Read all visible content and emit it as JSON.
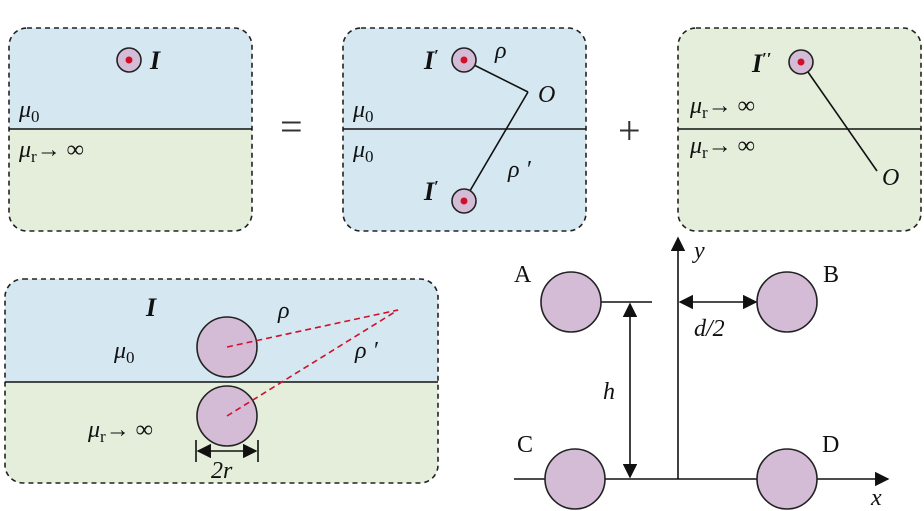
{
  "colors": {
    "air": "#d5e8f2",
    "iron": "#e4eedb",
    "wire": "#d4bcd6",
    "center": "#d0102a"
  },
  "panel1": {
    "current": "I",
    "mu_top": "μ",
    "mu_top_sub": "0",
    "mu_bottom": "μ",
    "mu_bottom_sub": "r",
    "mu_bottom_val": "→ ∞"
  },
  "equals": "=",
  "panel2": {
    "current_top": "I",
    "current_top_sup": "′",
    "rho": "ρ",
    "point": "O",
    "mu_top": "μ",
    "mu_top_sub": "0",
    "mu_bottom": "μ",
    "mu_bottom_sub": "0",
    "rho_prime": "ρ ′",
    "current_bottom": "I",
    "current_bottom_sup": "′"
  },
  "plus": "+",
  "panel3": {
    "current": "I",
    "current_sup": "′′",
    "mu_top": "μ",
    "mu_top_sub": "r",
    "mu_top_val": "→ ∞",
    "mu_bottom": "μ",
    "mu_bottom_sub": "r",
    "mu_bottom_val": "→ ∞",
    "point": "O"
  },
  "panel4": {
    "current": "I",
    "rho": "ρ",
    "rho_prime": "ρ ′",
    "mu_top": "μ",
    "mu_top_sub": "0",
    "mu_bottom": "μ",
    "mu_bottom_sub": "r",
    "mu_bottom_val": "→ ∞",
    "diameter": "2r"
  },
  "panel5": {
    "axis_x": "x",
    "axis_y": "y",
    "wire_a": "A",
    "wire_b": "B",
    "wire_c": "C",
    "wire_d": "D",
    "height": "h",
    "half_gap": "d/2"
  }
}
